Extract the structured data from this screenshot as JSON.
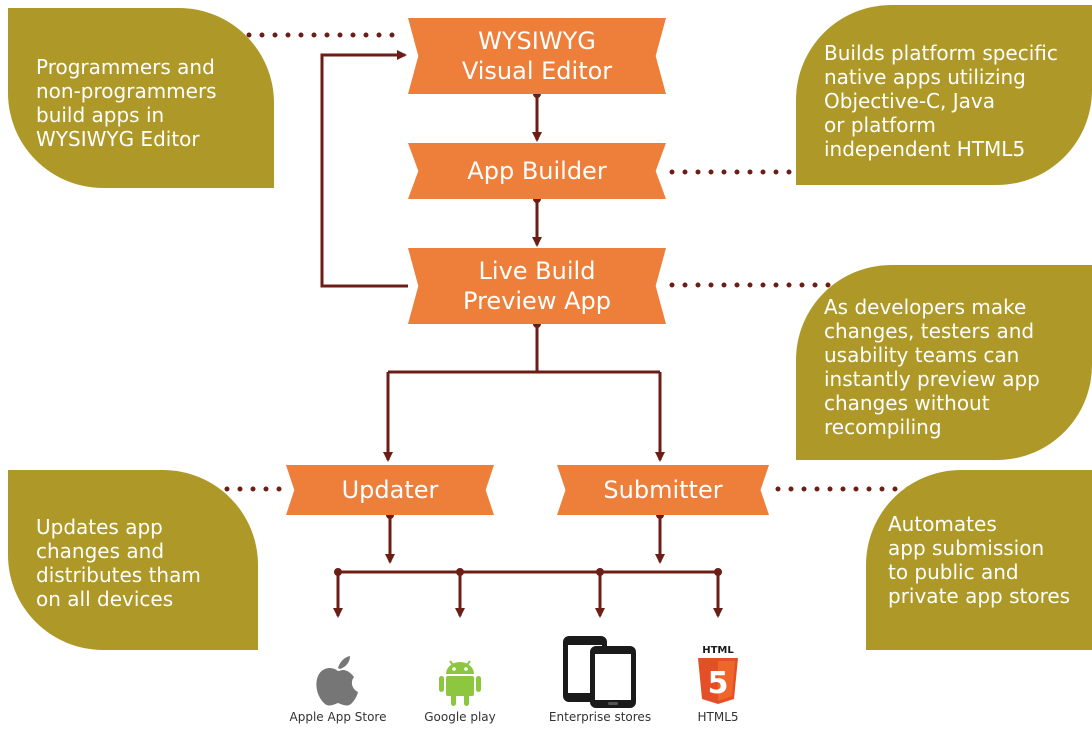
{
  "diagram": {
    "boxes": {
      "wysiwyg": [
        "WYSIWYG",
        "Visual Editor"
      ],
      "builder": [
        "App Builder"
      ],
      "preview": [
        "Live Build",
        "Preview App"
      ],
      "updater": [
        "Updater"
      ],
      "submitter": [
        "Submitter"
      ]
    },
    "callouts": {
      "programmers": [
        "Programmers and",
        "non-programmers",
        "build apps in",
        "WYSIWYG Editor"
      ],
      "builds": [
        "Builds platform specific",
        "native apps utilizing",
        "Objective-C, Java",
        "or platform",
        "independent HTML5"
      ],
      "developers": [
        "As developers make",
        "changes, testers and",
        "usability teams can",
        "instantly preview app",
        "changes without",
        "recompiling"
      ],
      "updates": [
        "Updates app",
        "changes and",
        "distributes tham",
        "on all devices"
      ],
      "automates": [
        "Automates",
        "app submission",
        "to public and",
        "private app stores"
      ]
    },
    "platforms": [
      {
        "label": "Apple App Store",
        "icon": "apple-icon"
      },
      {
        "label": "Google play",
        "icon": "android-icon"
      },
      {
        "label": "Enterprise stores",
        "icon": "phones-icon"
      },
      {
        "label": "HTML5",
        "icon": "html5-icon",
        "badge_text": "HTML",
        "badge_number": "5"
      }
    ],
    "colors": {
      "box": "#ED7F3B",
      "callout": "#AE9928",
      "connector": "#6B1E16",
      "icon_gray": "#767676",
      "android_green": "#8DC63F",
      "html5_orange": "#E34F26"
    }
  }
}
